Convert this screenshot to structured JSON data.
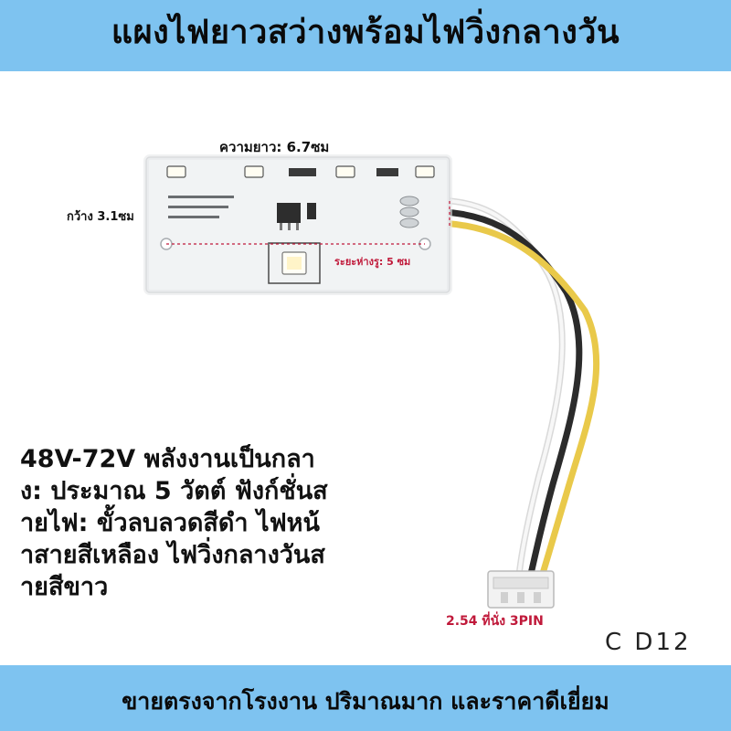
{
  "header": {
    "title": "แผงไฟยาวสว่างพร้อมไฟวิ่งกลางวัน"
  },
  "dimensions": {
    "length_label": "ความยาว: 6.7ซม",
    "width_label": "กว้าง 3.1ซม",
    "hole_spacing_label": "ระยะห่างรู: 5 ซม"
  },
  "connector": {
    "label": "2.54 ที่นั่ง 3PIN"
  },
  "description": "48V-72V พลังงานเป็นกลาง: ประมาณ 5 วัตต์ ฟังก์ชั่นสายไฟ: ขั้วลบลวดสีดำ ไฟหน้าสายสีเหลือง ไฟวิ่งกลางวันสายสีขาว",
  "product_code": "C D12",
  "footer": {
    "tagline": "ขายตรงจากโรงงาน ปริมาณมาก และราคาดีเยี่ยม"
  },
  "colors": {
    "banner": "#7ec3f0",
    "accent_red": "#c0193a",
    "wire_yellow": "#e9c94a",
    "wire_black": "#2b2b2b",
    "wire_white": "#eeeeee"
  }
}
